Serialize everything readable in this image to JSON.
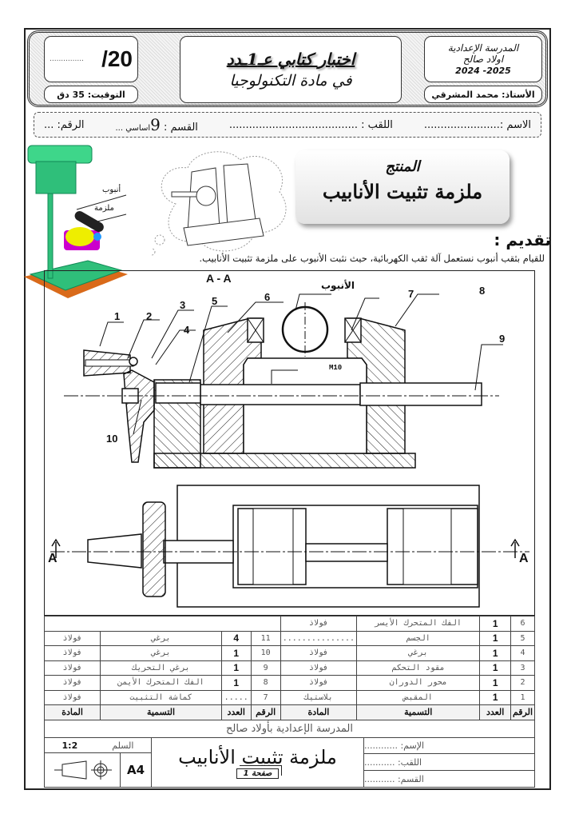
{
  "header": {
    "score": "/20",
    "score_blank": "...............",
    "duration": "التوقيت: 35 دق",
    "title_line1": "اختبار كتابي عـ1ـدد",
    "title_line2": "في مادة التكنولوجيا",
    "school_line1": "المدرسة الإعدادية",
    "school_line2": "اولاد صالح",
    "year": "2025- 2024",
    "teacher": "الأستاذ: محمد المشرقي"
  },
  "student": {
    "name": "الاسم :.......................",
    "surname": "اللقب : .......................................",
    "class_label": "القسم :",
    "class_value": "9",
    "class_suffix": "اساسي ...",
    "number": "الرقم: ..."
  },
  "intro": {
    "pipe_label": "أنبوب",
    "vise_label": "ملزمة",
    "product_label": "المنتج",
    "product_name": "ملزمة تثبيت الأنابيب",
    "heading": "تقديم :",
    "text": "للقيام بثقب أنبوب نستعمل آلة ثقب الكهربائية، حيث نثبت الأنبوب على ملزمة تثبيت الأنابيب."
  },
  "drawing": {
    "section_label": "A - A",
    "pipe_label": "الأنبوب",
    "thread_label": "M10",
    "arrow_left": "A",
    "arrow_right": "A",
    "part_numbers": [
      "1",
      "2",
      "3",
      "4",
      "5",
      "6",
      "7",
      "8",
      "9",
      "10"
    ]
  },
  "parts_table": {
    "headers": {
      "number": "الرقم",
      "count": "العدد",
      "name": "التسمية",
      "material": "المادة"
    },
    "right": [
      {
        "n": "6",
        "c": "1",
        "name": "الفك المتحرك الأيسر",
        "m": "فولاذ"
      },
      {
        "n": "5",
        "c": "1",
        "name": "الجسم",
        "m": "..............."
      },
      {
        "n": "4",
        "c": "1",
        "name": "برغي",
        "m": "فولاذ"
      },
      {
        "n": "3",
        "c": "1",
        "name": "مقود التحكم",
        "m": "فولاذ"
      },
      {
        "n": "2",
        "c": "1",
        "name": "محور الدوران",
        "m": "فولاذ"
      },
      {
        "n": "1",
        "c": "1",
        "name": "المقبض",
        "m": "بلاستيك"
      }
    ],
    "left": [
      {
        "n": "11",
        "c": "4",
        "name": "برغي",
        "m": "فولاذ"
      },
      {
        "n": "10",
        "c": "1",
        "name": "برغي",
        "m": "فولاذ"
      },
      {
        "n": "9",
        "c": "1",
        "name": "برغي التحريك",
        "m": "فولاذ"
      },
      {
        "n": "8",
        "c": "1",
        "name": "الفك المتحرك الأيمن",
        "m": "فولاذ"
      },
      {
        "n": "7",
        "c": ".....",
        "name": "كماشة التثبيت",
        "m": "فولاذ"
      }
    ]
  },
  "title_block": {
    "school": "المدرسة الإعدادية بأولاد صالح",
    "scale_label": "السلم",
    "scale": "1:2",
    "format": "A4",
    "title": "ملزمة تثبيت الأنابيب",
    "page": "صفحة 1",
    "name": "الإسم: ............",
    "surname": "اللقب: ...........",
    "class": "القسم: ..........."
  }
}
